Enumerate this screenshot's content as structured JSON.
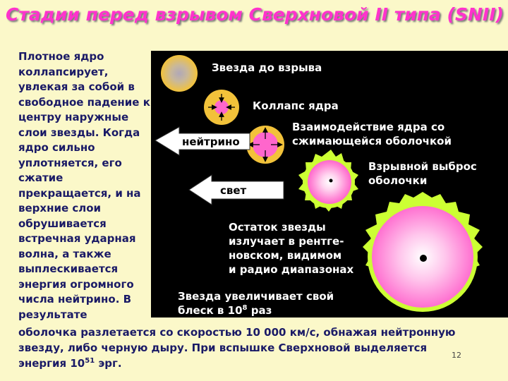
{
  "title": "Стадии перед взрывом Сверхновой II типа (SNII)",
  "left_text": "Плотное ядро коллапсирует, увлекая за собой в свободное падение к центру наружные слои звезды. Когда ядро сильно уплотняется, его сжатие прекращается, и на верхние слои обрушивается встречная ударная волна, а также выплескивается энергия огромного числа нейтрино. В результате",
  "bottom_text": {
    "line1": "оболочка разлетается со скоростью 10 000 км/с, обнажая нейтронную",
    "line2": "звезду, либо черную дыру. При вспышке Сверхновой выделяется",
    "line3_prefix": "энергия 10",
    "line3_sup": "51",
    "line3_suffix": " эрг."
  },
  "diagram": {
    "stage1": "Звезда до взрыва",
    "stage2": "Коллапс ядра",
    "stage3_line1": "Взаимодействие ядра со",
    "stage3_line2": "сжимающейся оболочкой",
    "stage4_line1": "Взрывной выброс",
    "stage4_line2": "оболочки",
    "stage5_line1": "Остаток звезды",
    "stage5_line2": "излучает в рентге-",
    "stage5_line3": "новском, видимом",
    "stage5_line4": "и радио диапазонах",
    "stage6_line1": "Звезда увеличивает свой",
    "stage6_line2_prefix": "блеск в 10",
    "stage6_line2_sup": "8",
    "stage6_line2_suffix": " раз",
    "arrow_neutrino": "нейтрино",
    "arrow_light": "свет"
  },
  "page_number": "12",
  "colors": {
    "title": "#ff33cc",
    "text": "#1a1a66",
    "background": "#fbf8c9",
    "panel": "#000000",
    "star_yellow": "#f2c23a",
    "core_pink": "#ff66cc",
    "ejecta_green": "#ccff33"
  }
}
